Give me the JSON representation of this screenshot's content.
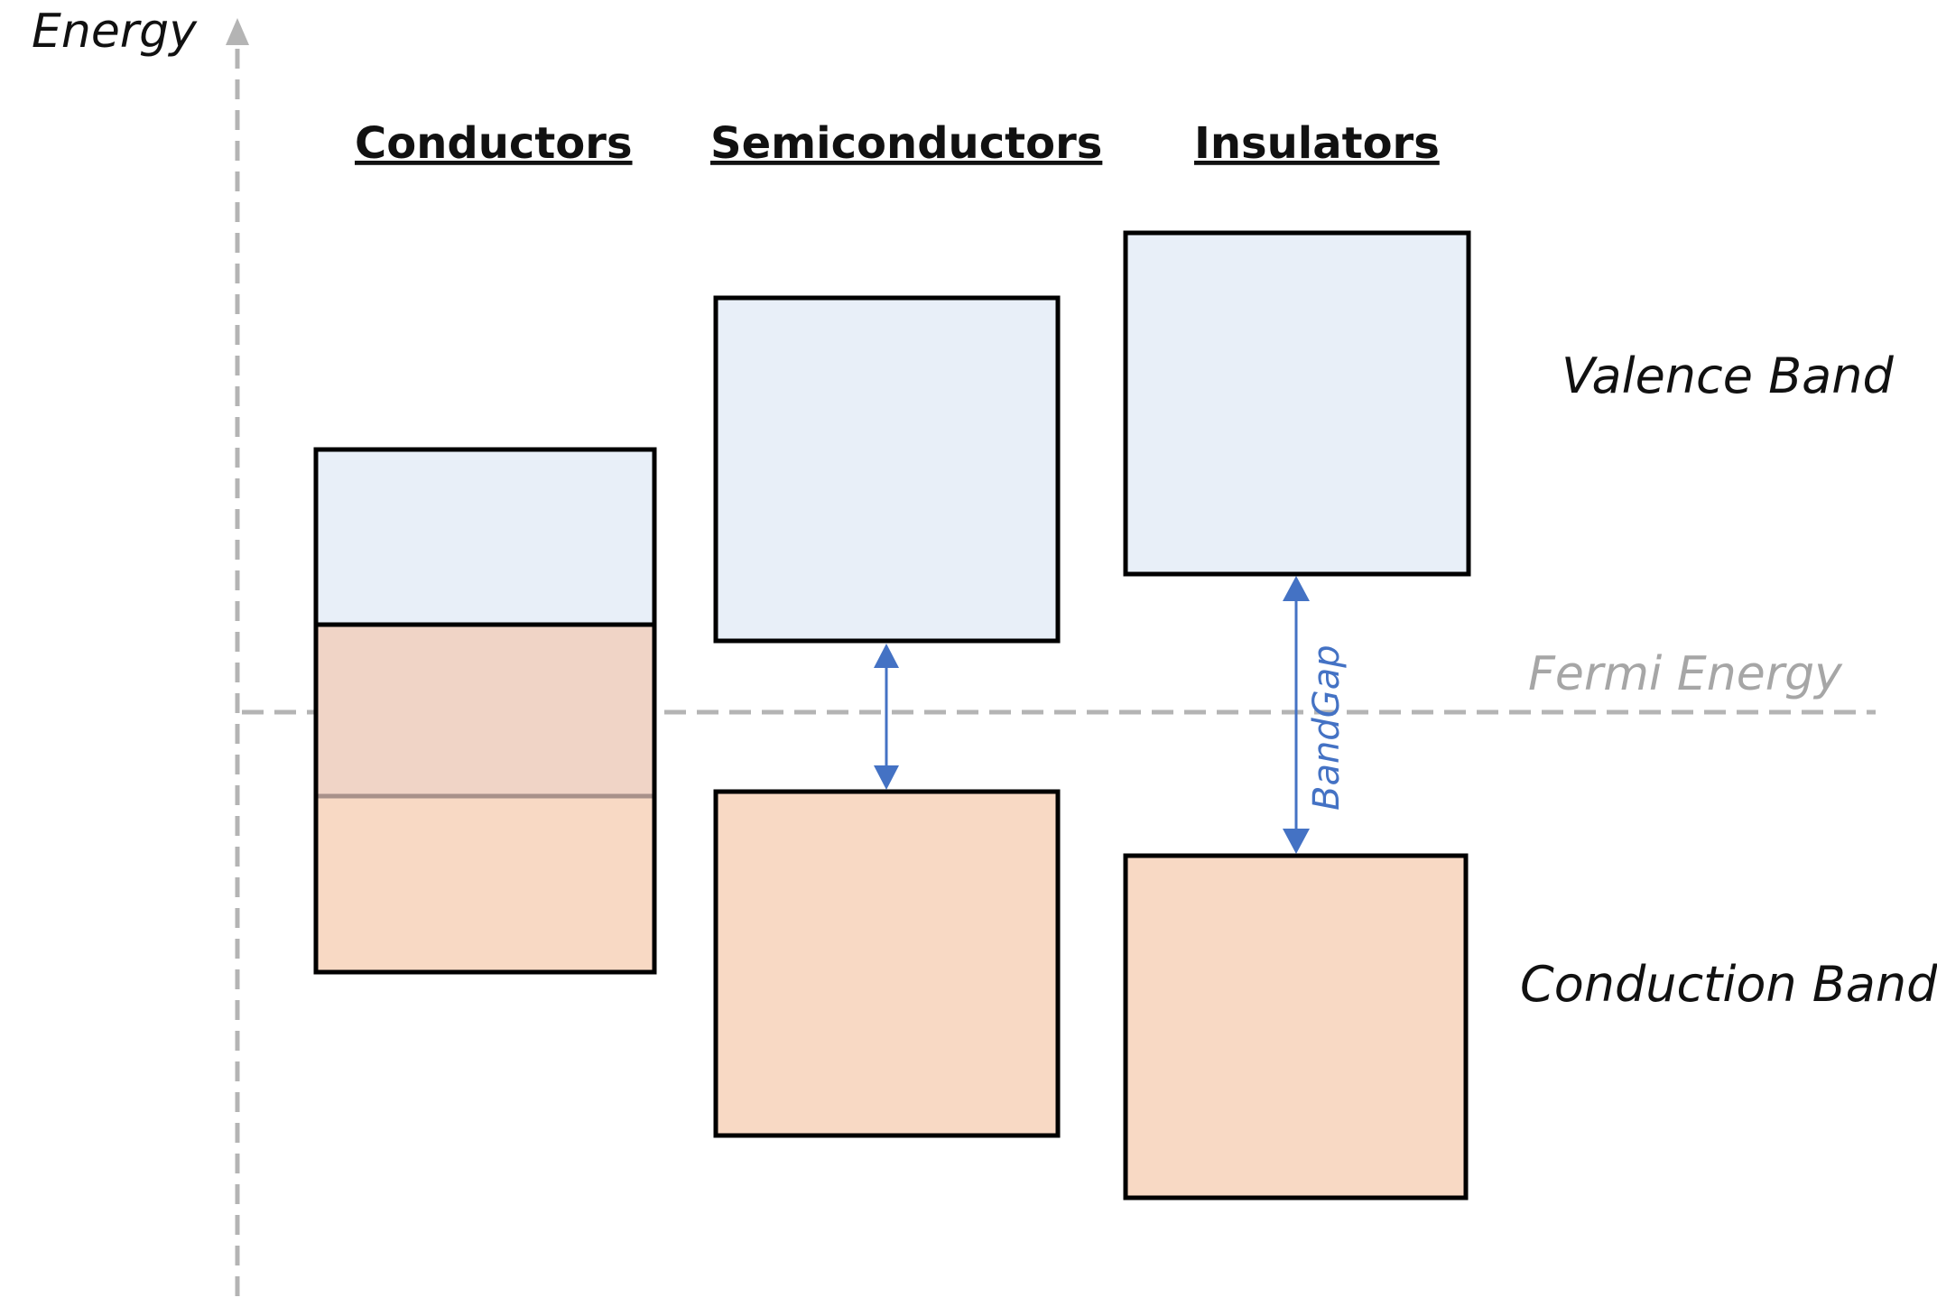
{
  "axis": {
    "label": "Energy"
  },
  "columns": [
    {
      "id": "conductors",
      "heading": "Conductors"
    },
    {
      "id": "semiconductors",
      "heading": "Semiconductors"
    },
    {
      "id": "insulators",
      "heading": "Insulators"
    }
  ],
  "legend": {
    "valence_label": "Valence Band",
    "conduction_label": "Conduction Band"
  },
  "fermi": {
    "label": "Fermi Energy"
  },
  "band_gap": {
    "label": "BandGap"
  },
  "colors": {
    "valence_fill": "#e8eff8",
    "conduction_fill": "#f8d9c4",
    "overlap_fill": "#f0d4c6",
    "overlap_line": "#a8918a",
    "axis_gray": "#b4b4b4",
    "fermi_gray": "#a6a6a6",
    "gap_arrow_blue": "#4472c4",
    "box_stroke": "#000000"
  }
}
